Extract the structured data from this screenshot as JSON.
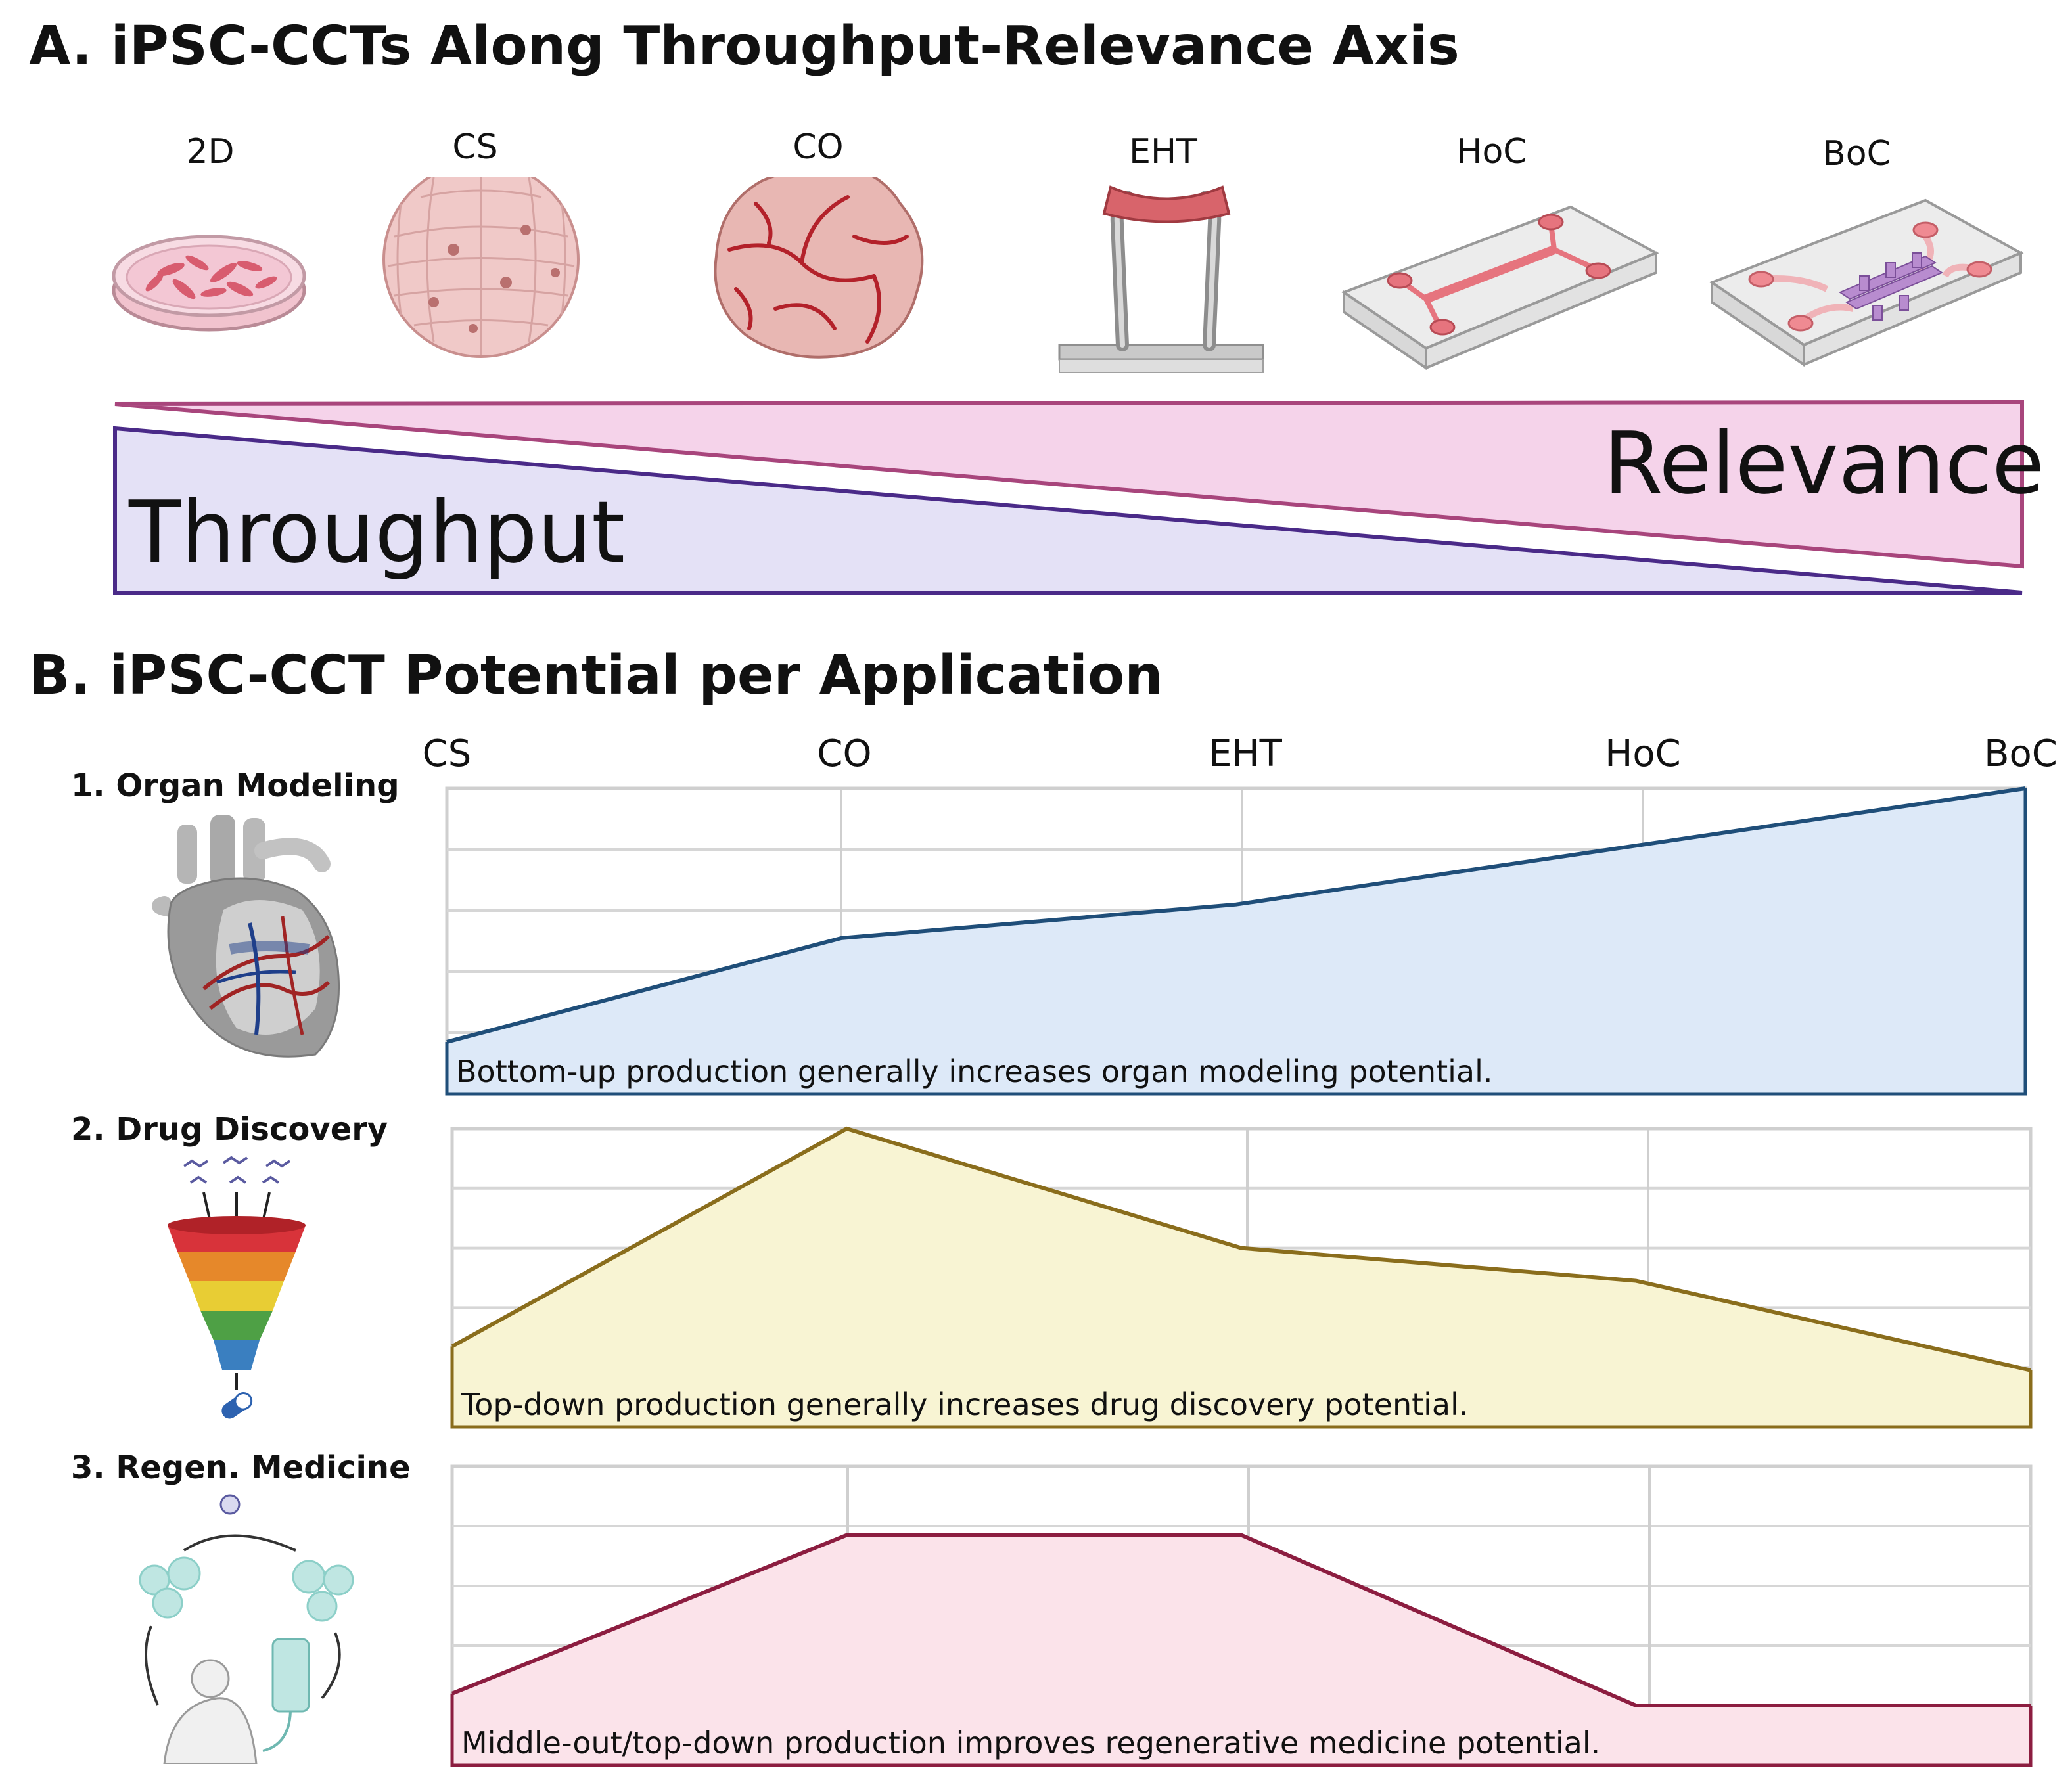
{
  "section_a": {
    "title": "A. iPSC-CCTs Along Throughput-Relevance Axis",
    "models": [
      {
        "label": "2D",
        "icon": "petri-dish-icon"
      },
      {
        "label": "CS",
        "icon": "spheroid-icon"
      },
      {
        "label": "CO",
        "icon": "organoid-icon"
      },
      {
        "label": "EHT",
        "icon": "engineered-heart-tissue-icon"
      },
      {
        "label": "HoC",
        "icon": "heart-on-chip-icon"
      },
      {
        "label": "BoC",
        "icon": "body-on-chip-icon"
      }
    ],
    "relevance_label": "Relevance",
    "throughput_label": "Throughput",
    "colors": {
      "relevance_fill": "#f5d3ea",
      "relevance_stroke": "#a8457c",
      "throughput_fill": "#e4e1f6",
      "throughput_stroke": "#4a2a88"
    }
  },
  "section_b": {
    "title": "B. iPSC-CCT Potential per Application",
    "rows": [
      {
        "label": "1.  Organ Modeling",
        "icon": "heart-icon"
      },
      {
        "label": "2. Drug Discovery",
        "icon": "screening-funnel-icon"
      },
      {
        "label": "3. Regen. Medicine",
        "icon": "cell-therapy-cycle-icon"
      }
    ]
  },
  "chart_data": [
    {
      "type": "area",
      "categories": [
        "CS",
        "CO",
        "EHT",
        "HoC",
        "BoC"
      ],
      "values": [
        0.17,
        0.51,
        0.62,
        0.81,
        1.0
      ],
      "annotation": "Bottom-up production generally increases organ modeling potential.",
      "ylim": [
        0,
        1
      ],
      "grid": true,
      "fill": "#dde9f8",
      "stroke": "#1f4e79"
    },
    {
      "type": "area",
      "categories": [
        "CS",
        "CO",
        "EHT",
        "HoC",
        "BoC"
      ],
      "values": [
        0.27,
        1.0,
        0.6,
        0.49,
        0.19
      ],
      "annotation": "Top-down production generally increases drug discovery potential.",
      "ylim": [
        0,
        1
      ],
      "grid": true,
      "fill": "#f8f4d3",
      "stroke": "#8a6d1c"
    },
    {
      "type": "area",
      "categories": [
        "CS",
        "CO",
        "EHT",
        "HoC",
        "BoC"
      ],
      "values": [
        0.24,
        0.77,
        0.77,
        0.2,
        0.2
      ],
      "annotation": "Middle-out/top-down production improves regenerative medicine potential.",
      "ylim": [
        0,
        1
      ],
      "grid": true,
      "fill": "#fbe3ea",
      "stroke": "#8c1d40"
    }
  ]
}
